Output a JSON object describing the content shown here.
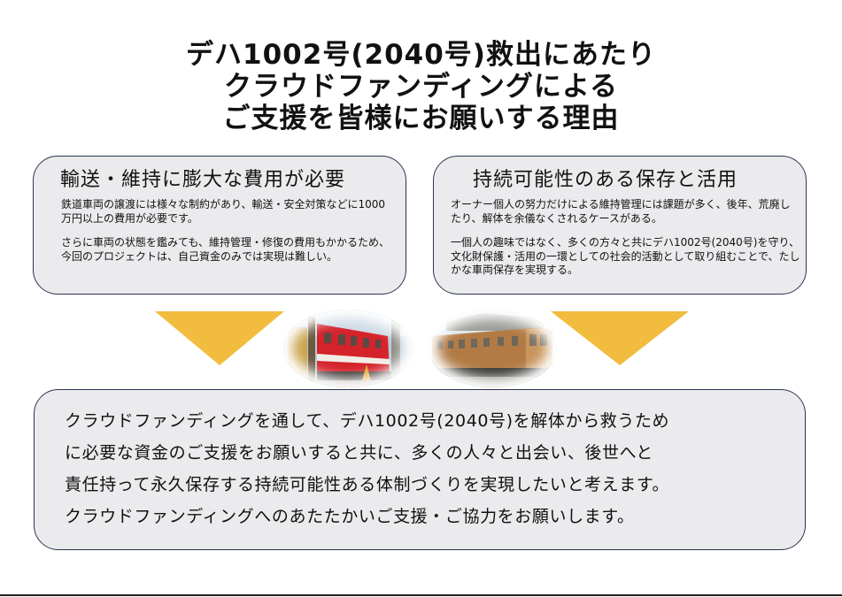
{
  "title": {
    "lines": [
      "デハ1002号(2040号)救出にあたり",
      "クラウドファンディングによる",
      "ご支援を皆様にお願いする理由"
    ]
  },
  "left_box": {
    "heading": "輸送・維持に膨大な費用が必要",
    "paragraphs": [
      "鉄道車両の譲渡には様々な制約があり、輸送・安全対策などに1000万円以上の費用が必要です。",
      "さらに車両の状態を鑑みても、維持管理・修復の費用もかかるため、今回のプロジェクトは、自己資金のみでは実現は難しい。"
    ]
  },
  "right_box": {
    "heading": "持続可能性のある保存と活用",
    "paragraphs": [
      "オーナー個人の努力だけによる維持管理には課題が多く、後年、荒廃したり、解体を余儀なくされるケースがある。",
      "一個人の趣味ではなく、多くの方々と共にデハ1002号(2040号)を守り、文化財保護・活用の一環としての社会的活動として取り組むことで、たしかな車両保存を実現する。"
    ]
  },
  "arrows": {
    "color": "#f2bd3e"
  },
  "photos": {
    "left": "red-train-car-photo",
    "right": "brown-train-car-photo"
  },
  "bottom_box": {
    "lines": [
      "クラウドファンディングを通して、デハ1002号(2040号)を解体から救うため",
      "に必要な資金のご支援をお願いすると共に、多くの人々と出会い、後世へと",
      "責任持って永久保存する持続可能性ある体制づくりを実現したいと考えます。",
      "クラウドファンディングへのあたたかいご支援・ご協力をお願いします。"
    ]
  },
  "colors": {
    "box_fill": "#ebebee",
    "box_border": "#2b3553",
    "arrow": "#f2bd3e"
  }
}
